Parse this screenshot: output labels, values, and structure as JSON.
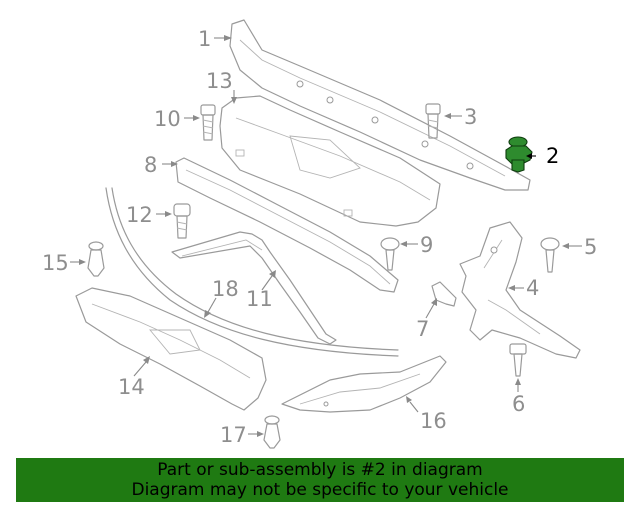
{
  "diagram": {
    "highlighted_part": "2",
    "highlight_color": "#2e8b2e",
    "callouts": [
      "1",
      "2",
      "3",
      "4",
      "5",
      "6",
      "7",
      "8",
      "9",
      "10",
      "11",
      "12",
      "13",
      "14",
      "15",
      "16",
      "17",
      "18"
    ]
  },
  "banner": {
    "background_color": "#1f7a12",
    "line1": "Part or sub-assembly is #2 in diagram",
    "line2": "Diagram may not be specific to your vehicle"
  }
}
